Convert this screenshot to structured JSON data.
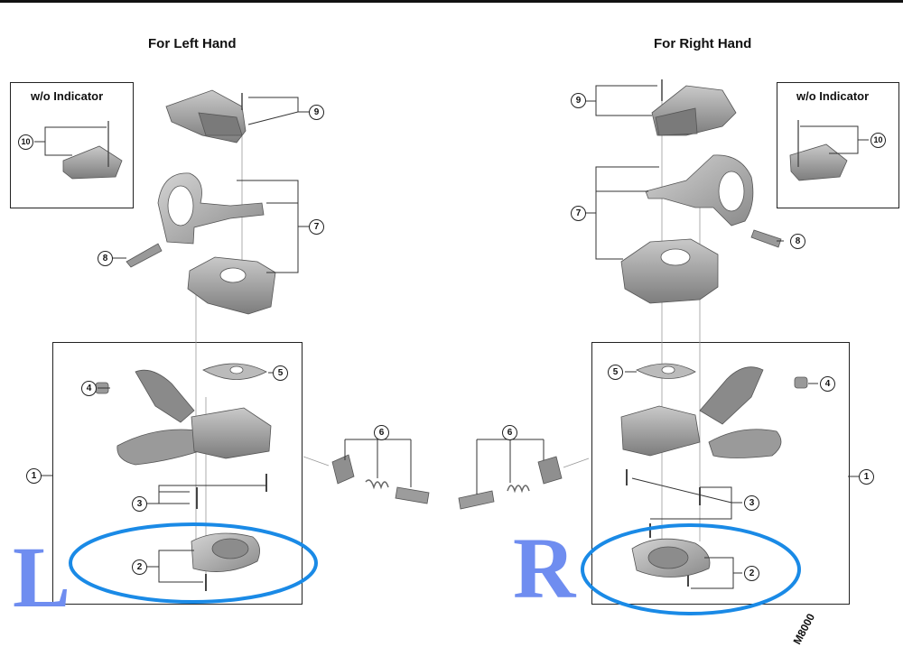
{
  "titles": {
    "left": "For Left Hand",
    "right": "For Right Hand"
  },
  "indicator_boxes": {
    "left_label": "w/o Indicator",
    "right_label": "w/o Indicator"
  },
  "callouts": {
    "left": {
      "c1": "1",
      "c2": "2",
      "c3": "3",
      "c4": "4",
      "c5": "5",
      "c6": "6",
      "c7": "7",
      "c8": "8",
      "c9": "9",
      "c10": "10"
    },
    "right": {
      "c1": "1",
      "c2": "2",
      "c3": "3",
      "c4": "4",
      "c5": "5",
      "c6": "6",
      "c7": "7",
      "c8": "8",
      "c9": "9",
      "c10": "10"
    }
  },
  "side_letters": {
    "left": "L",
    "right": "R"
  },
  "model_code": "M8000",
  "colors": {
    "highlight_ellipse": "#1a8ae6",
    "letter": "#6f8df0",
    "part_fill": "#a9a9a9",
    "part_dark": "#6e6e6e"
  }
}
